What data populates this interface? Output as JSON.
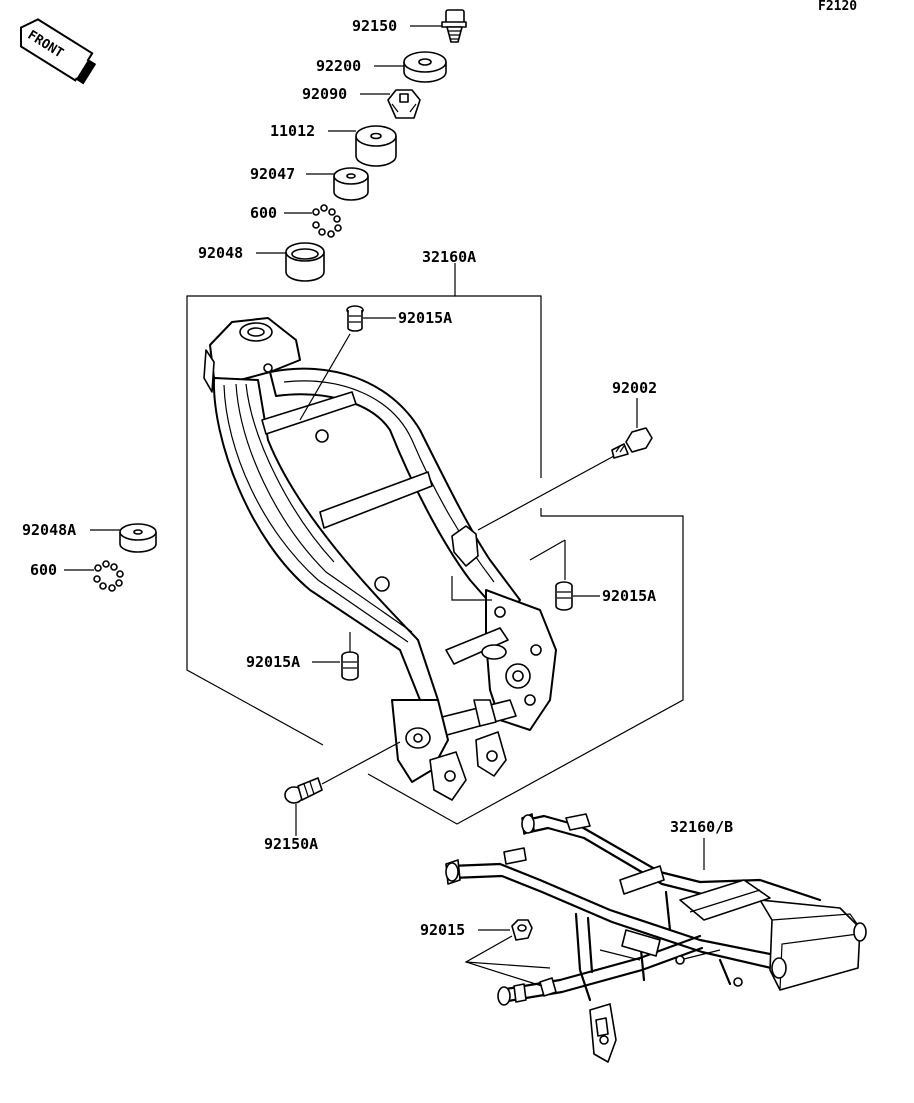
{
  "diagram": {
    "code": "F2120",
    "front_label": "FRONT",
    "labels": {
      "p92150": "92150",
      "p92200": "92200",
      "p92090": "92090",
      "p11012": "11012",
      "p92047": "92047",
      "p600_top": "600",
      "p92048": "92048",
      "p32160A": "32160A",
      "p92015A_top": "92015A",
      "p92002": "92002",
      "p92048A": "92048A",
      "p600_left": "600",
      "p92015A_right": "92015A",
      "p92015A_left": "92015A",
      "p92150A": "92150A",
      "p32160B": "32160/B",
      "p92015": "92015"
    }
  }
}
